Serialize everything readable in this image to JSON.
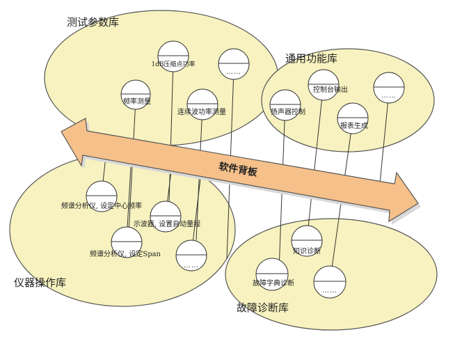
{
  "colors": {
    "library_fill": "#f7f2bf",
    "library_stroke": "#555555",
    "bus_fill": "#f5c08a",
    "bus_stroke": "#555555",
    "line": "#333333",
    "node_fill": "#ffffff"
  },
  "bus": {
    "label": "软件背板"
  },
  "libraries": {
    "test_params": {
      "title": "测试参数库",
      "items": {
        "p1db": "1dB压缩点功率",
        "freq": "频率测量",
        "cw": "连续波功率测量",
        "more": "……"
      }
    },
    "general": {
      "title": "通用功能库",
      "items": {
        "console": "控制台输出",
        "speaker": "扬声器控制",
        "report": "报表生成",
        "more": "……"
      }
    },
    "instrument": {
      "title": "仪器操作库",
      "items": {
        "sa_center": "频谱分析仪, 设定中心频率",
        "scope": "示波器, 设置自动量程",
        "sa_span": "频谱分析仪, 设定Span",
        "more": "……"
      }
    },
    "diagnosis": {
      "title": "故障诊断库",
      "items": {
        "knowledge": "知识诊断",
        "dict": "故障字典诊断",
        "more": "……"
      }
    }
  }
}
